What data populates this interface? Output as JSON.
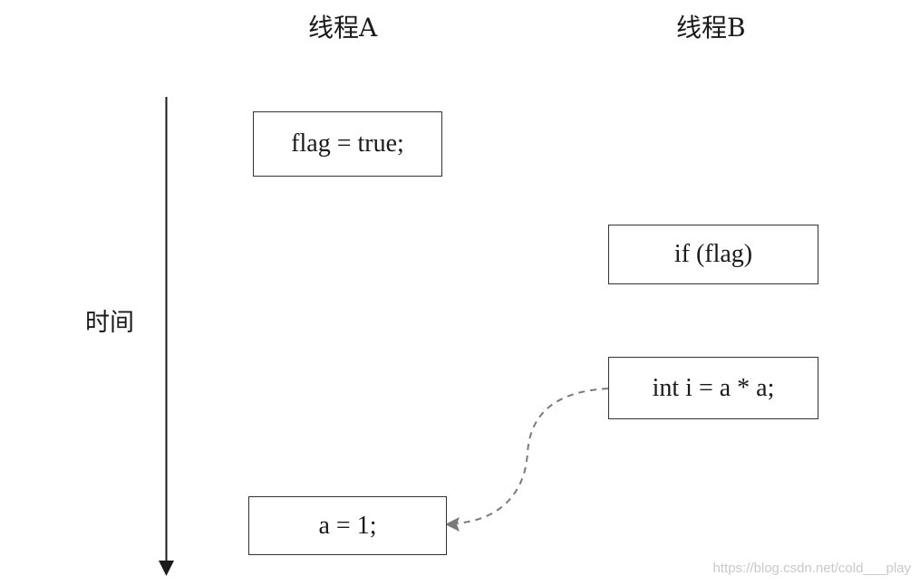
{
  "threads": {
    "a": {
      "title": "线程A"
    },
    "b": {
      "title": "线程B"
    }
  },
  "time_axis": {
    "label": "时间"
  },
  "boxes": {
    "flag_true": "flag = true;",
    "if_flag": "if (flag)",
    "int_i": "int i = a * a;",
    "a_eq_1": "a = 1;"
  },
  "arrow": {
    "from": "int i = a * a;",
    "to": "a = 1;",
    "style": "dashed"
  },
  "colors": {
    "line": "#1a1a1a",
    "box_border": "#333333",
    "dashed_arrow": "#7a7a7a",
    "watermark": "#c9c9c9"
  },
  "watermark": "https://blog.csdn.net/cold___play"
}
